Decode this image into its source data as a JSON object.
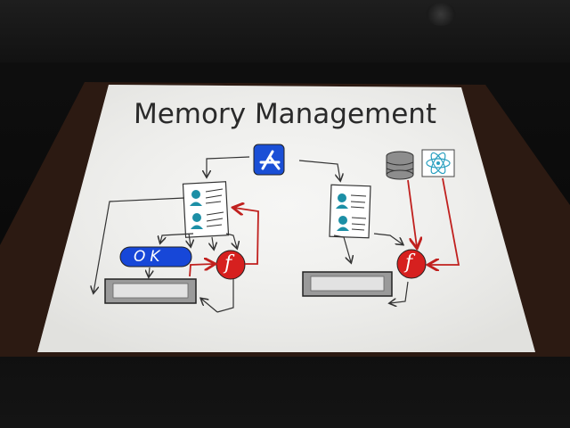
{
  "slide": {
    "title": "Memory Management",
    "ok_label": "OK",
    "function_symbol": "f"
  },
  "colors": {
    "slide_background": "#f4f4f2",
    "appstore_blue": "#1a4fd6",
    "ok_button_blue": "#1747d8",
    "function_red": "#d6201f",
    "arrow_red": "#c0201e",
    "person_teal": "#1c8fa6",
    "field_gray": "#9a9a9a",
    "ink": "#333333"
  },
  "icons": {
    "app_store": "app-store-icon",
    "database": "database-icon",
    "react": "react-atom-icon",
    "contacts": "contact-list-icon",
    "function": "function-icon"
  }
}
